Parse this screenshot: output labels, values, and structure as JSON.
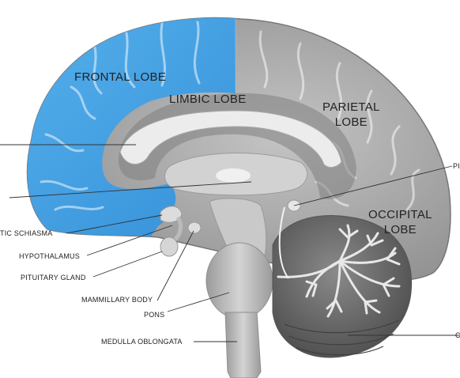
{
  "lobes": {
    "frontal": "FRONTAL LOBE",
    "limbic": "LIMBIC LOBE",
    "parietal": [
      "PARIETAL",
      "LOBE"
    ],
    "occipital": [
      "OCCIPITAL",
      "LOBE"
    ]
  },
  "labels": {
    "optic_chiasma": "TIC SCHIASMA",
    "hypothalamus": "HYPOTHALAMUS",
    "pituitary_gland": "PITUITARY GLAND",
    "mammillary_body": "MAMMILLARY BODY",
    "pons": "PONS",
    "medulla_oblongata": "MEDULLA OBLONGATA",
    "pineal_cut": "PI",
    "cerebellum_cut": "C"
  },
  "colors": {
    "frontal_highlight": "#3ea2ea",
    "cortex": "#a9a9a9",
    "deep_structures": "#cfcfcf",
    "leader_lines": "#333333"
  }
}
